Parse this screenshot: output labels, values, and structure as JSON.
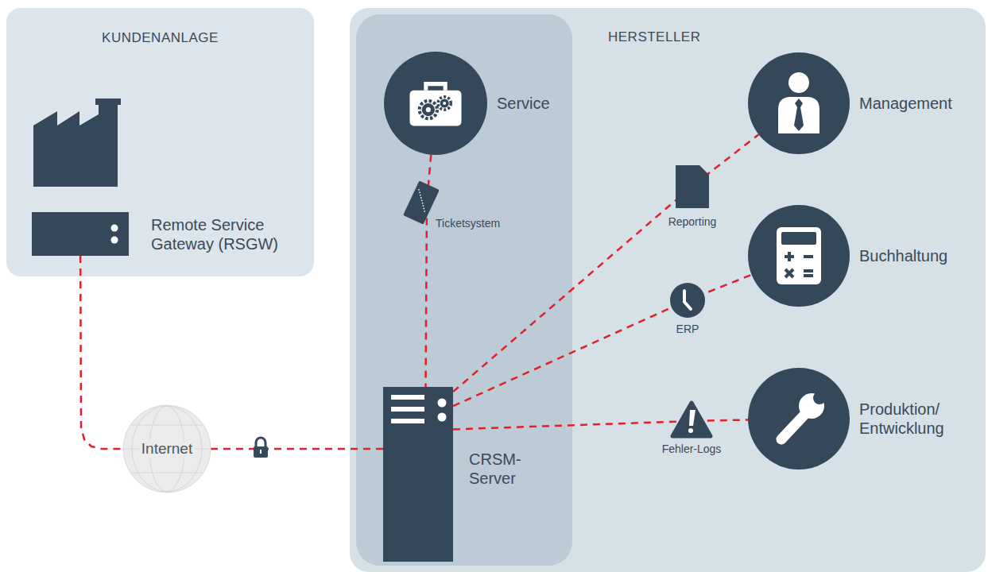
{
  "diagram": {
    "nodes": [
      {
        "text": [
          "KUNDENANLAGE"
        ]
      },
      {
        "text": [
          "Remote Service Gateway (RSGW)"
        ],
        "in": 0
      },
      {
        "text": [
          "Internet"
        ]
      },
      {
        "text": [
          "HERSTELLER"
        ]
      },
      {
        "text": [
          "Service"
        ],
        "in": 3
      },
      {
        "text": [
          "CRSM-Server"
        ],
        "in": 3
      },
      {
        "text": [
          "Management"
        ],
        "in": 3
      },
      {
        "text": [
          "Buchhaltung"
        ],
        "in": 3
      },
      {
        "text": [
          "Produktion/ Entwicklung"
        ],
        "in": 3
      }
    ],
    "edges": [
      {
        "from": 1,
        "to": 2,
        "arrow": "none"
      },
      {
        "from": 2,
        "to": 5,
        "arrow": "none"
      },
      {
        "from": 4,
        "to": 5,
        "label": "Ticketsystem",
        "arrow": "none"
      },
      {
        "from": 5,
        "to": 6,
        "label": "Reporting",
        "arrow": "none"
      },
      {
        "from": 5,
        "to": 7,
        "label": "ERP",
        "arrow": "none"
      },
      {
        "from": 5,
        "to": 8,
        "label": "Fehler-Logs",
        "arrow": "none"
      }
    ]
  }
}
